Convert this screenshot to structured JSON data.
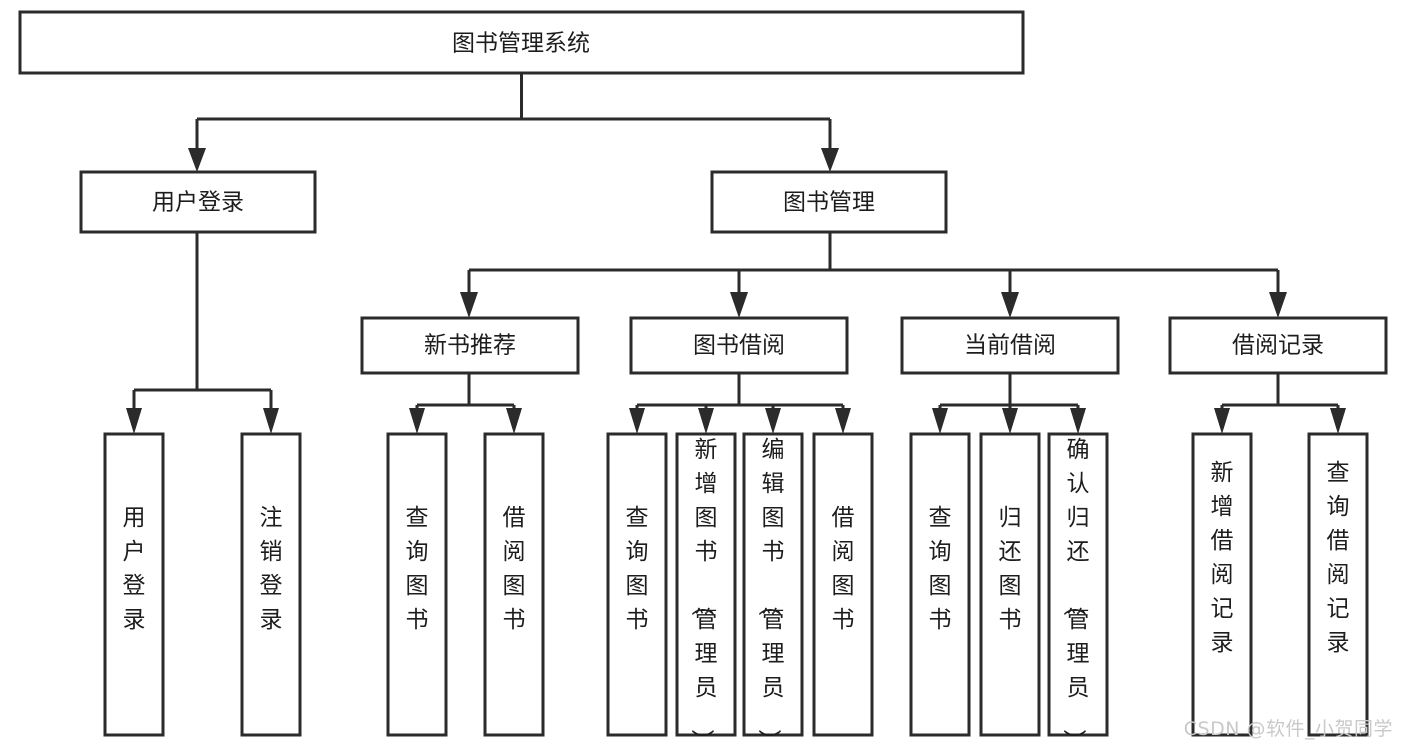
{
  "diagram": {
    "type": "tree-hierarchy-diagram",
    "title": "图书管理系统",
    "background_color": "#ffffff",
    "line_color": "#2b2b2b",
    "box_fill": "#ffffff",
    "text_color": "#1d1d1d",
    "levels": [
      {
        "level": 1,
        "nodes": [
          {
            "id": "root",
            "label": "图书管理系统",
            "orientation": "horizontal"
          }
        ]
      },
      {
        "level": 2,
        "nodes": [
          {
            "id": "login",
            "label": "用户登录",
            "orientation": "horizontal",
            "parent": "root"
          },
          {
            "id": "bookmgmt",
            "label": "图书管理",
            "orientation": "horizontal",
            "parent": "root"
          }
        ]
      },
      {
        "level": 3,
        "nodes": [
          {
            "id": "newbook",
            "label": "新书推荐",
            "orientation": "horizontal",
            "parent": "bookmgmt"
          },
          {
            "id": "borrow",
            "label": "图书借阅",
            "orientation": "horizontal",
            "parent": "bookmgmt"
          },
          {
            "id": "current",
            "label": "当前借阅",
            "orientation": "horizontal",
            "parent": "bookmgmt"
          },
          {
            "id": "records",
            "label": "借阅记录",
            "orientation": "horizontal",
            "parent": "bookmgmt"
          }
        ]
      },
      {
        "level": 4,
        "nodes": [
          {
            "id": "leaf-1",
            "label": "用户登录",
            "orientation": "vertical",
            "parent": "login"
          },
          {
            "id": "leaf-2",
            "label": "注销登录",
            "orientation": "vertical",
            "parent": "login"
          },
          {
            "id": "leaf-3",
            "label": "查询图书",
            "orientation": "vertical",
            "parent": "newbook"
          },
          {
            "id": "leaf-4",
            "label": "借阅图书",
            "orientation": "vertical",
            "parent": "newbook"
          },
          {
            "id": "leaf-5",
            "label": "查询图书",
            "orientation": "vertical",
            "parent": "borrow"
          },
          {
            "id": "leaf-6",
            "label": "新增图书（管理员）",
            "orientation": "vertical",
            "parent": "borrow"
          },
          {
            "id": "leaf-7",
            "label": "编辑图书（管理员）",
            "orientation": "vertical",
            "parent": "borrow"
          },
          {
            "id": "leaf-8",
            "label": "借阅图书",
            "orientation": "vertical",
            "parent": "borrow"
          },
          {
            "id": "leaf-9",
            "label": "查询图书",
            "orientation": "vertical",
            "parent": "current"
          },
          {
            "id": "leaf-10",
            "label": "归还图书",
            "orientation": "vertical",
            "parent": "current"
          },
          {
            "id": "leaf-11",
            "label": "确认归还（管理员）",
            "orientation": "vertical",
            "parent": "current"
          },
          {
            "id": "leaf-12",
            "label": "新增借阅记录",
            "orientation": "vertical",
            "parent": "records"
          },
          {
            "id": "leaf-13",
            "label": "查询借阅记录",
            "orientation": "vertical",
            "parent": "records"
          }
        ]
      }
    ]
  },
  "nodes": {
    "root": {
      "label": "图书管理系统"
    },
    "login": {
      "label": "用户登录"
    },
    "bookmgmt": {
      "label": "图书管理"
    },
    "newbook": {
      "label": "新书推荐"
    },
    "borrow": {
      "label": "图书借阅"
    },
    "current": {
      "label": "当前借阅"
    },
    "records": {
      "label": "借阅记录"
    },
    "leaf1": {
      "label": "用户登录"
    },
    "leaf2": {
      "label": "注销登录"
    },
    "leaf3": {
      "label": "查询图书"
    },
    "leaf4": {
      "label": "借阅图书"
    },
    "leaf5": {
      "label": "查询图书"
    },
    "leaf6": {
      "label": "新增图书（管理员）"
    },
    "leaf7": {
      "label": "编辑图书（管理员）"
    },
    "leaf8": {
      "label": "借阅图书"
    },
    "leaf9": {
      "label": "查询图书"
    },
    "leaf10": {
      "label": "归还图书"
    },
    "leaf11": {
      "label": "确认归还（管理员）"
    },
    "leaf12": {
      "label": "新增借阅记录"
    },
    "leaf13": {
      "label": "查询借阅记录"
    }
  },
  "watermark": {
    "text": "CSDN @软件_小贺同学"
  }
}
